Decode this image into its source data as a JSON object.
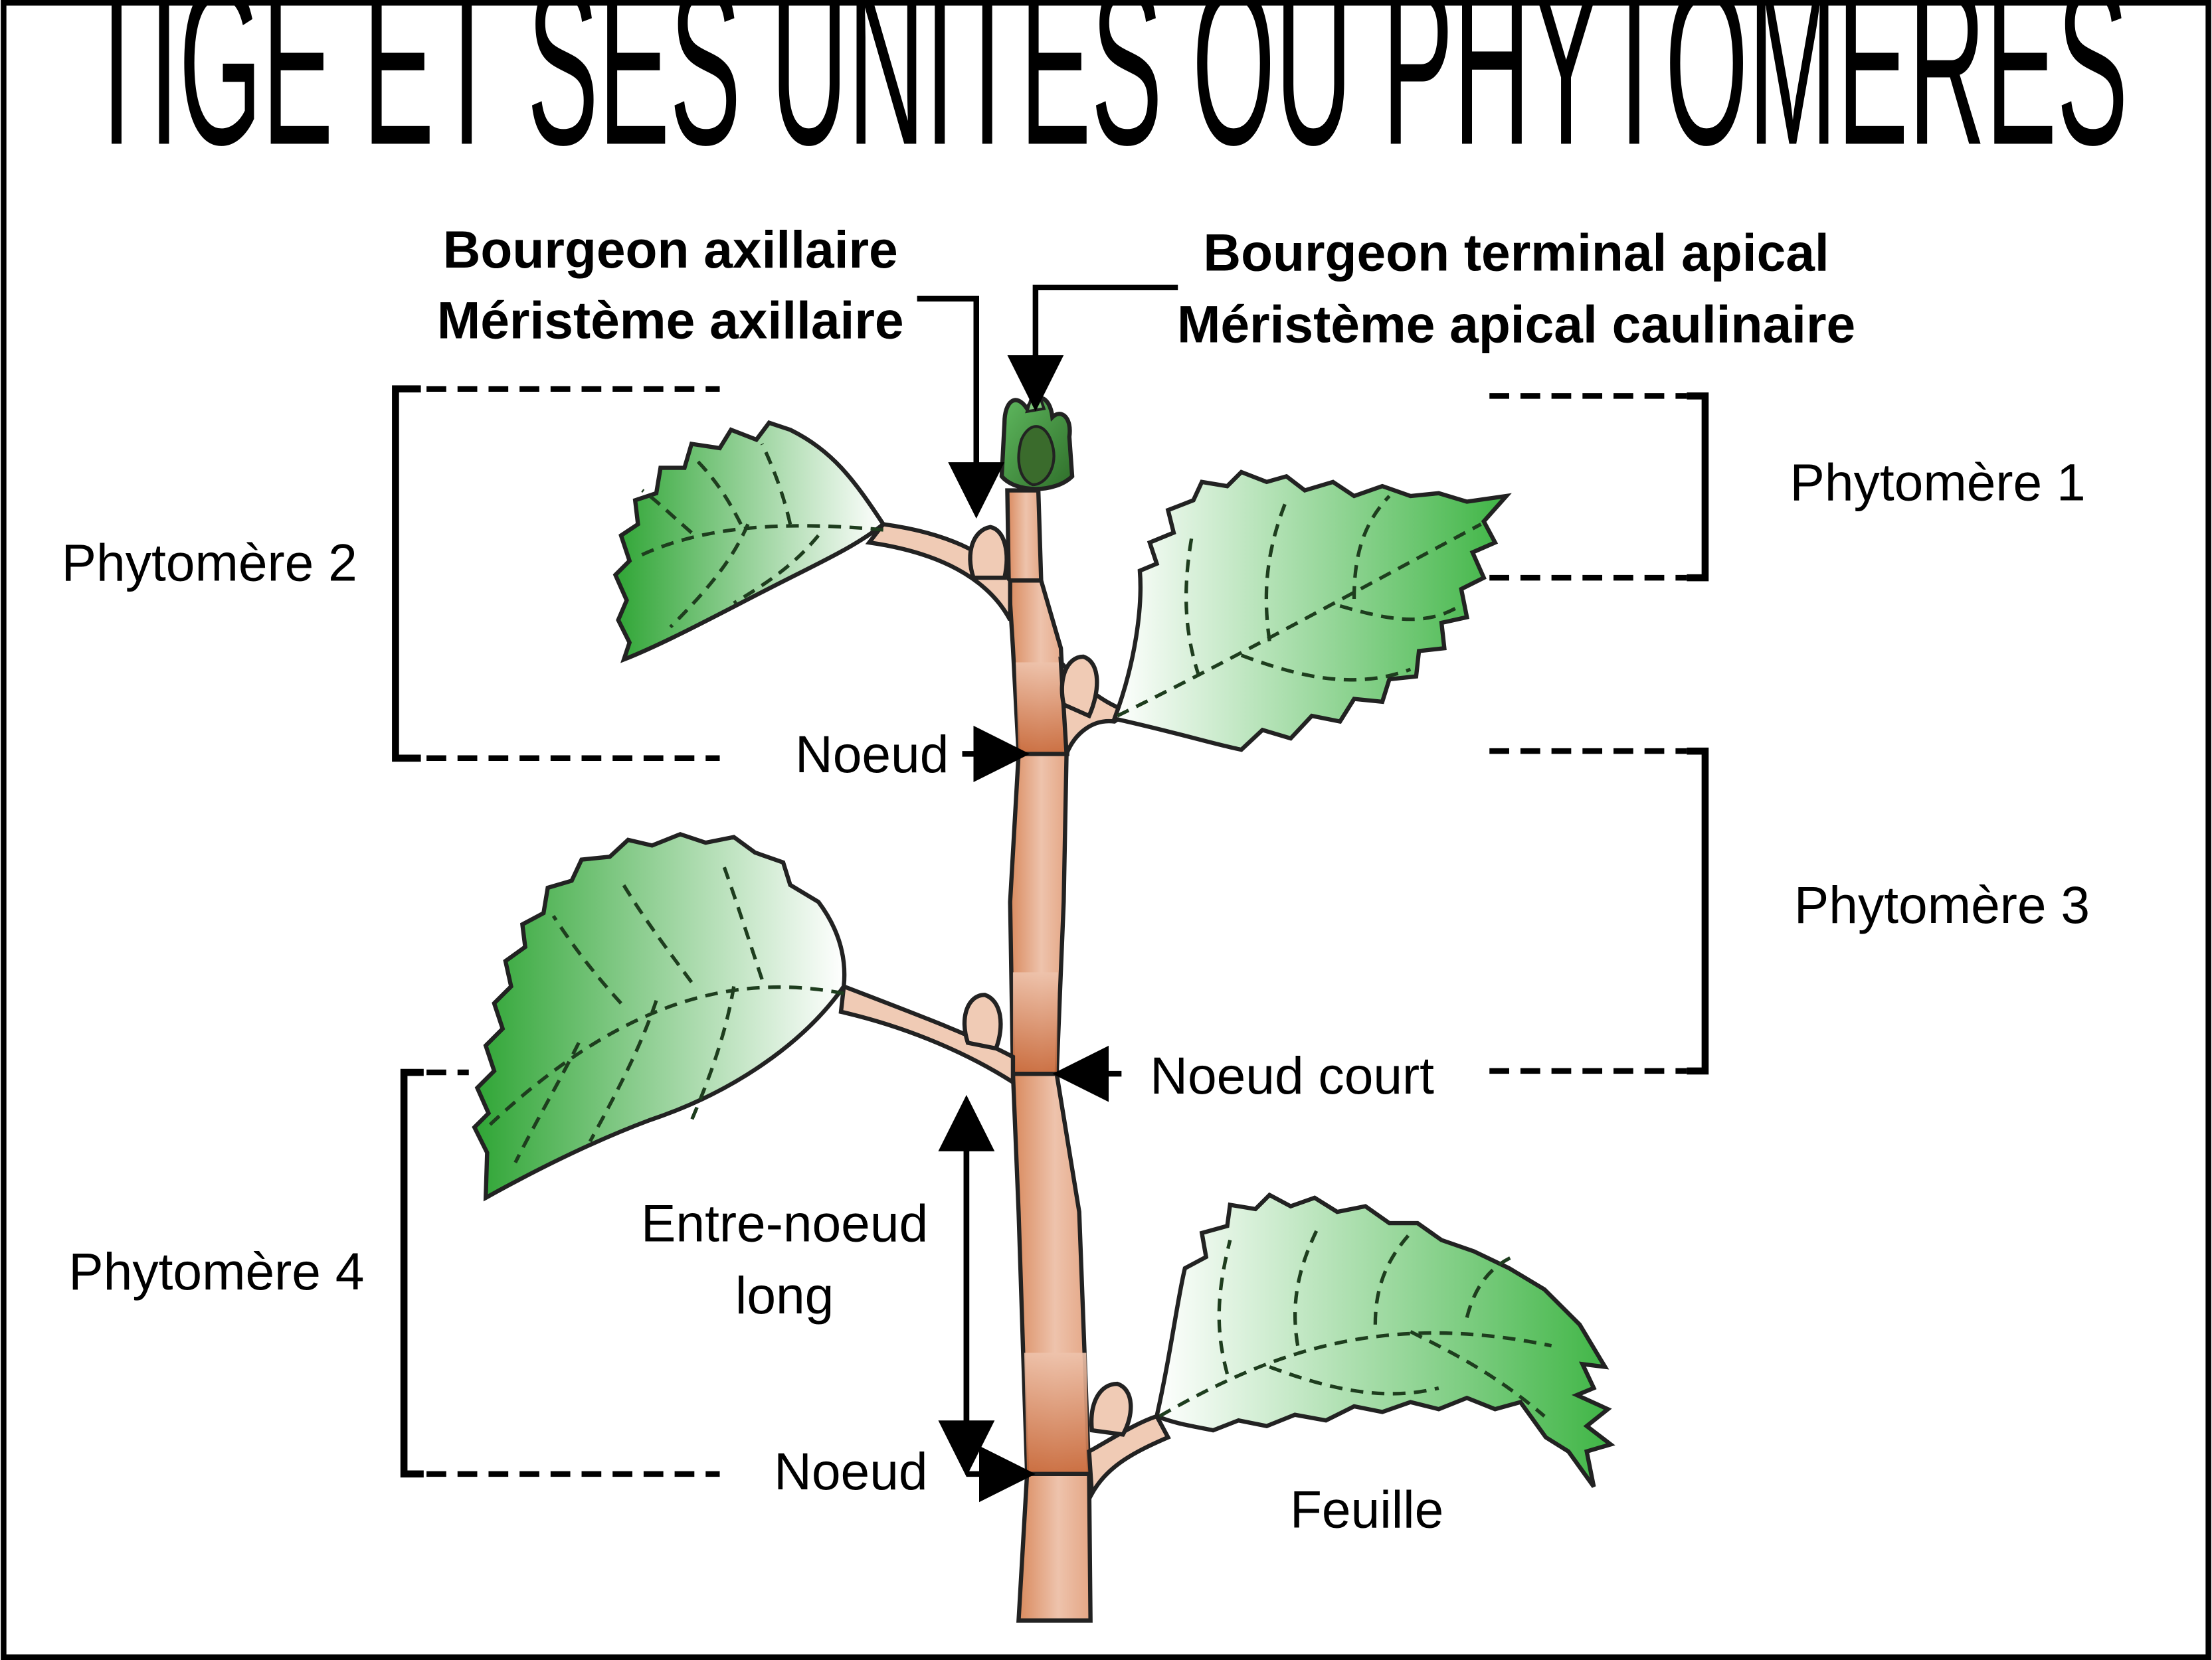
{
  "title": "TIGE ET SES UNITES OU PHYTOMERES",
  "labels": {
    "bourgeon_axillaire": "Bourgeon axillaire",
    "meristeme_axillaire": "Méristème axillaire",
    "bourgeon_terminal": "Bourgeon terminal apical",
    "meristeme_apical": "Méristème apical caulinaire",
    "phytomere_1": "Phytomère 1",
    "phytomere_2": "Phytomère 2",
    "phytomere_3": "Phytomère 3",
    "phytomere_4": "Phytomère 4",
    "noeud_top": "Noeud",
    "noeud_court": "Noeud court",
    "entre_noeud_line1": "Entre-noeud",
    "entre_noeud_line2": "long",
    "noeud_bottom": "Noeud",
    "feuille": "Feuille"
  },
  "colors": {
    "stem_light": "#eec3ac",
    "stem_dark": "#c8693a",
    "leaf_dark": "#2fa535",
    "leaf_light": "#ffffff",
    "bud_dark": "#3d8a3a",
    "border": "#000000"
  }
}
